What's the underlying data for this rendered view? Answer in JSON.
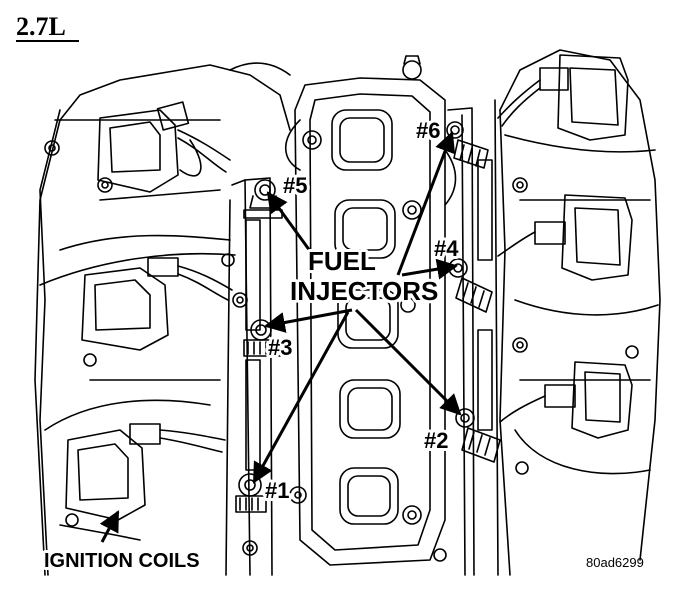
{
  "engine_label": "2.7L",
  "callouts": {
    "fuel_injectors_line1": "FUEL",
    "fuel_injectors_line2": "INJECTORS",
    "ignition_coils": "IGNITION COILS"
  },
  "injector_numbers": [
    "#1",
    "#2",
    "#3",
    "#4",
    "#5",
    "#6"
  ],
  "figure_reference": "80ad6299"
}
